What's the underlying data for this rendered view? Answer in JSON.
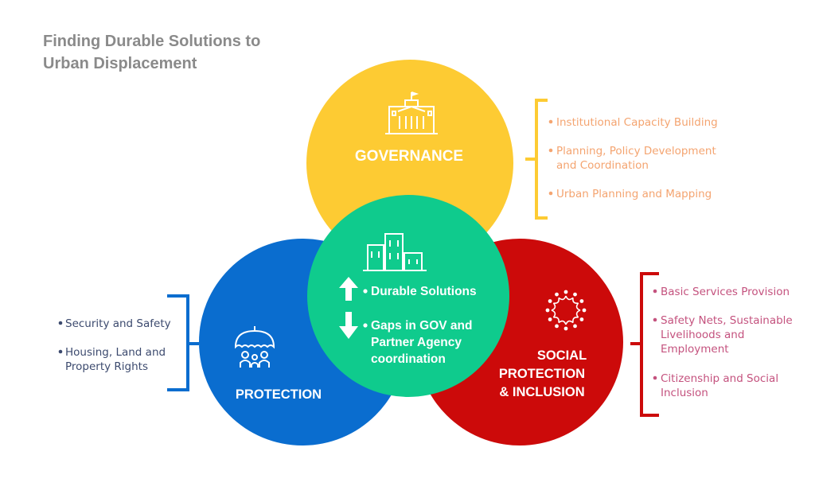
{
  "title": {
    "line1": "Finding Durable Solutions to",
    "line2": "Urban Displacement"
  },
  "colors": {
    "governance": "#FDCB33",
    "protection": "#0A6DCF",
    "social": "#CC0A0A",
    "center": "#0FCB8D",
    "governance_text": "#F4A470",
    "protection_text": "#3C4A6E",
    "social_text": "#C4527E"
  },
  "governance": {
    "label": "GOVERNANCE",
    "icon": "government-building-icon",
    "items": [
      "Institutional Capacity Building",
      "Planning, Policy Development",
      "and Coordination",
      "Urban Planning and Mapping"
    ]
  },
  "protection": {
    "label": "PROTECTION",
    "icon": "umbrella-family-icon",
    "items": [
      "Security and Safety",
      "Housing, Land and",
      "Property Rights"
    ]
  },
  "social": {
    "label_lines": [
      "SOCIAL",
      "PROTECTION",
      "& INCLUSION"
    ],
    "icon": "community-circle-icon",
    "items": [
      "Basic Services Provision",
      "Safety Nets, Sustainable",
      "Livelihoods and",
      "Employment",
      "Citizenship and Social",
      "Inclusion"
    ]
  },
  "center": {
    "icon": "city-buildings-icon",
    "up_icon": "arrow-up-icon",
    "down_icon": "arrow-down-icon",
    "item1": "Durable Solutions",
    "item2_lines": [
      "Gaps in GOV and",
      "Partner Agency",
      "coordination"
    ]
  }
}
